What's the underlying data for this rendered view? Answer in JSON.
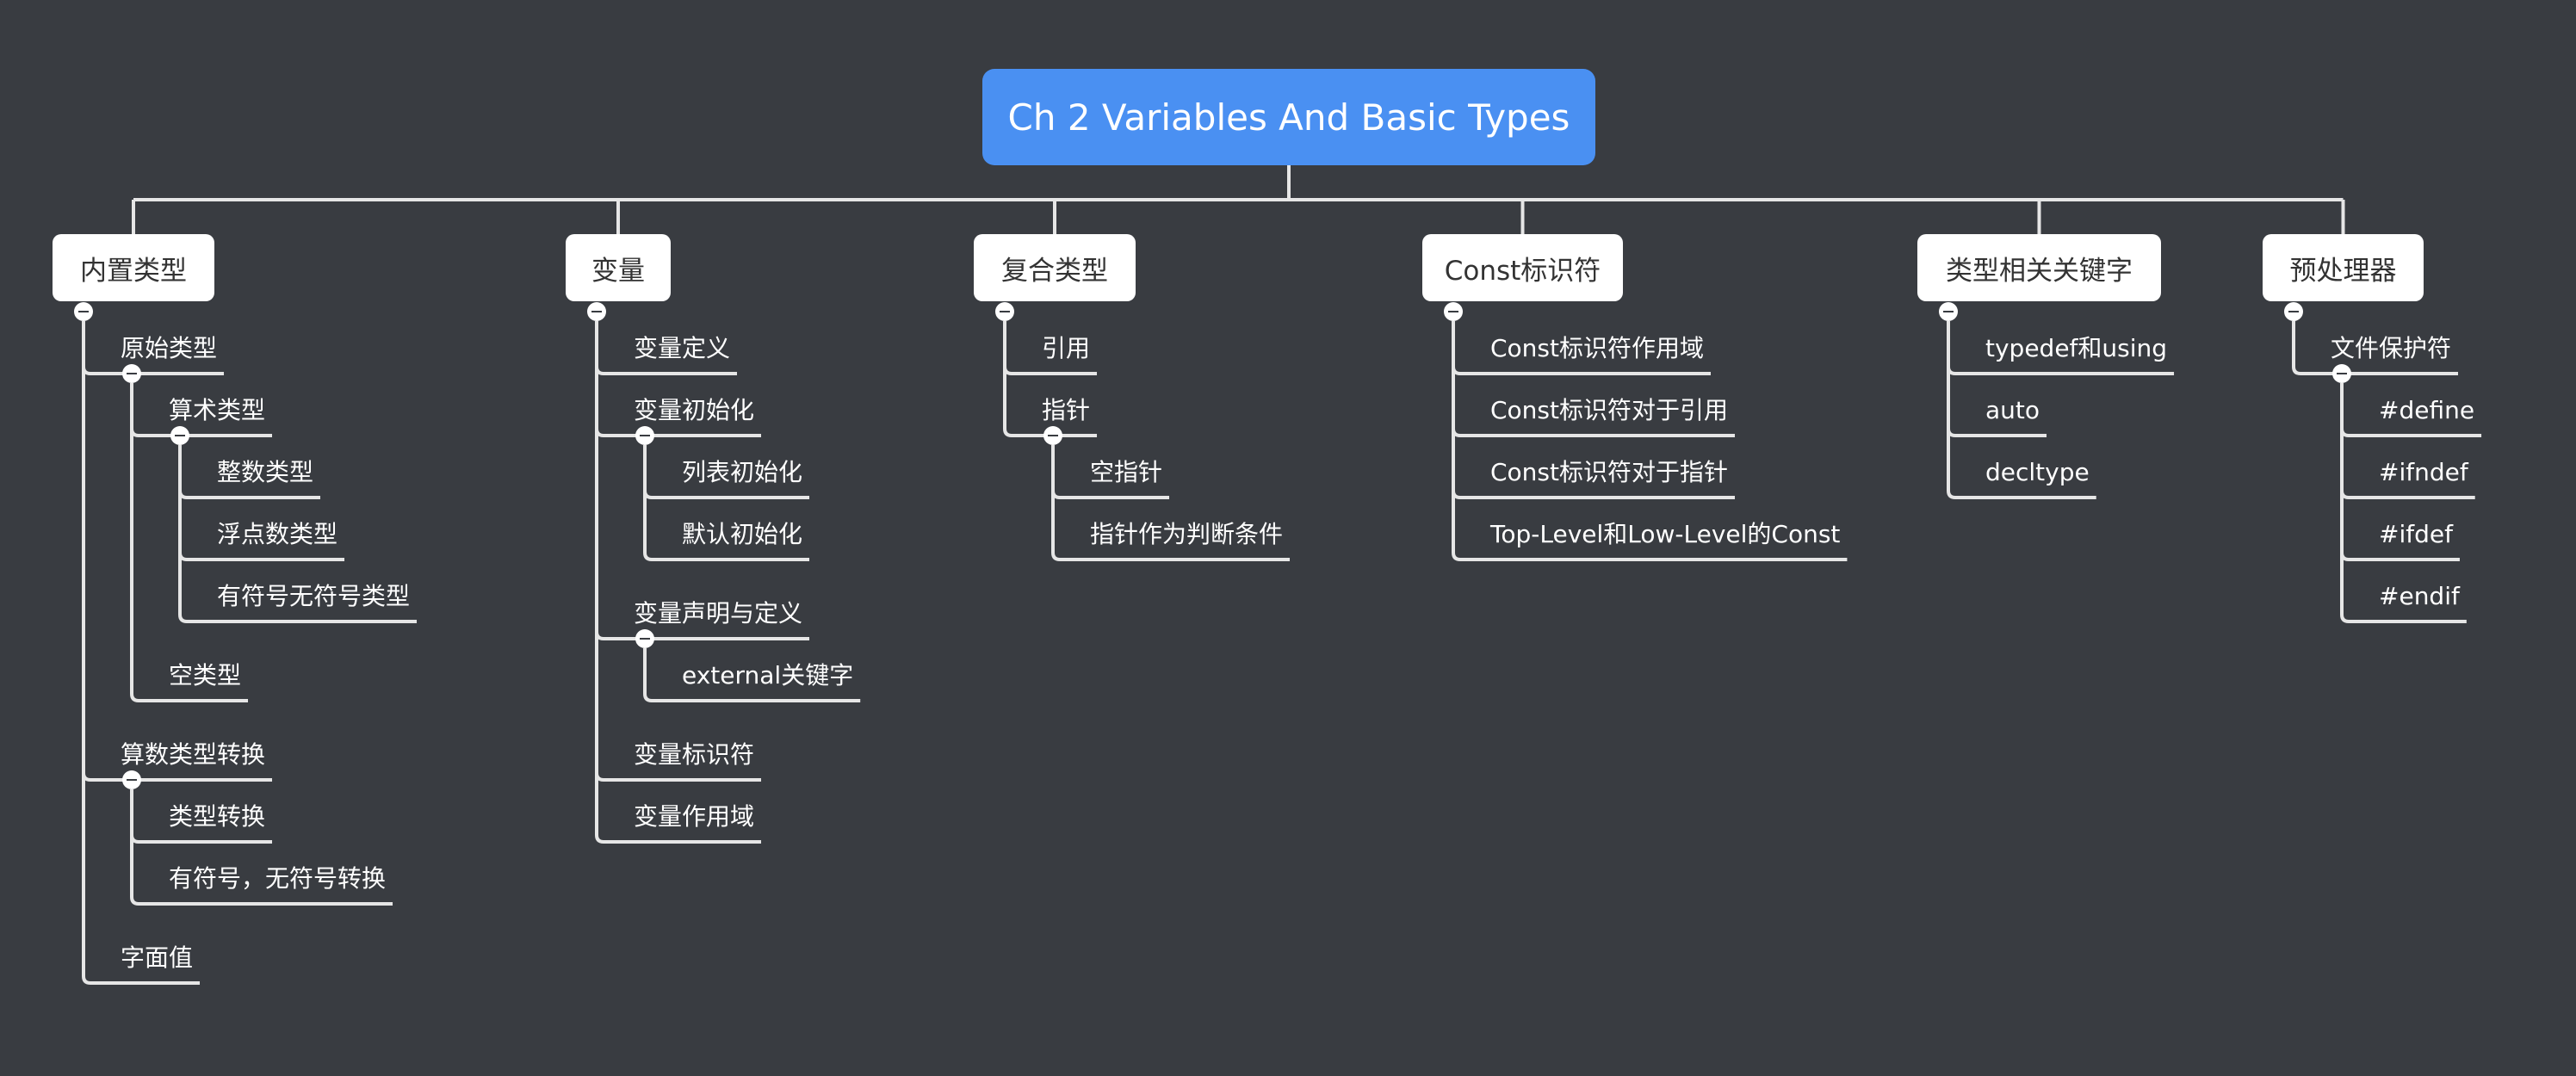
{
  "root": "Ch 2 Variables And Basic Types",
  "branches": [
    {
      "label": "内置类型",
      "items": [
        {
          "label": "原始类型",
          "children": [
            {
              "label": "算术类型",
              "children": [
                {
                  "label": "整数类型"
                },
                {
                  "label": "浮点数类型"
                },
                {
                  "label": "有符号无符号类型"
                }
              ]
            },
            {
              "label": "空类型"
            }
          ]
        },
        {
          "label": "算数类型转换",
          "children": [
            {
              "label": "类型转换"
            },
            {
              "label": "有符号，无符号转换"
            }
          ]
        },
        {
          "label": "字面值"
        }
      ]
    },
    {
      "label": "变量",
      "items": [
        {
          "label": "变量定义"
        },
        {
          "label": "变量初始化",
          "children": [
            {
              "label": "列表初始化"
            },
            {
              "label": "默认初始化"
            }
          ]
        },
        {
          "label": "变量声明与定义",
          "children": [
            {
              "label": "external关键字"
            }
          ]
        },
        {
          "label": "变量标识符"
        },
        {
          "label": "变量作用域"
        }
      ]
    },
    {
      "label": "复合类型",
      "items": [
        {
          "label": "引用"
        },
        {
          "label": "指针",
          "children": [
            {
              "label": "空指针"
            },
            {
              "label": "指针作为判断条件"
            }
          ]
        }
      ]
    },
    {
      "label": "Const标识符",
      "items": [
        {
          "label": "Const标识符作用域"
        },
        {
          "label": "Const标识符对于引用"
        },
        {
          "label": "Const标识符对于指针"
        },
        {
          "label": "Top-Level和Low-Level的Const"
        }
      ]
    },
    {
      "label": "类型相关关键字",
      "items": [
        {
          "label": "typedef和using"
        },
        {
          "label": "auto"
        },
        {
          "label": "decltype"
        }
      ]
    },
    {
      "label": "预处理器",
      "items": [
        {
          "label": "文件保护符",
          "children": [
            {
              "label": "#define"
            },
            {
              "label": "#ifndef"
            },
            {
              "label": "#ifdef"
            },
            {
              "label": "#endif"
            }
          ]
        }
      ]
    }
  ]
}
